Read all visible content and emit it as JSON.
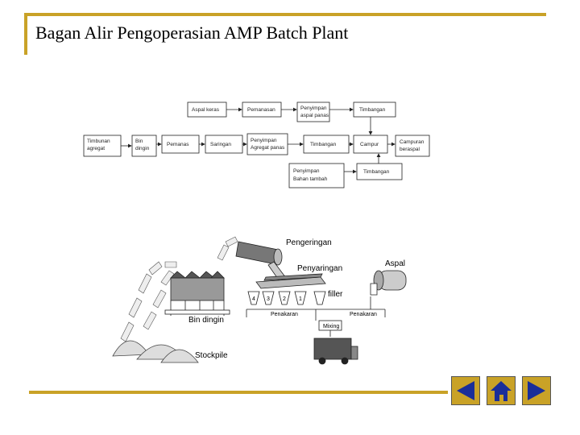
{
  "slide": {
    "title": "Bagan Alir Pengoperasian AMP Batch Plant",
    "colors": {
      "accent": "#C9A227",
      "nav_icon": "#1a2e99"
    }
  },
  "flowchart": {
    "boxes": {
      "agregat_keras": "Aspal keras",
      "pemanasan_aspal": "Pemanasan",
      "penyimpan_aspal_panas": [
        "Penyimpan",
        "aspal panas"
      ],
      "timbangan_aspal": "Timbangan",
      "timbunan_agregat": [
        "Timbunan",
        "agregat"
      ],
      "bin_dingin": [
        "Bin",
        "dingin"
      ],
      "pemanas": "Pemanas",
      "saringan": "Saringan",
      "penyimpan_agregat_panas": [
        "Penyimpan",
        "Agregat panas"
      ],
      "timbangan_agregat": "Timbangan",
      "campur": "Campur",
      "campuran_beraspal": [
        "Campuran",
        "beraspal"
      ],
      "penyimpan_bahan_tambah": [
        "Penyimpan",
        "Bahan tambah"
      ],
      "timbangan_bahan": "Timbangan"
    }
  },
  "plant": {
    "labels": {
      "pengeringan": "Pengeringan",
      "penyaringan": "Penyaringan",
      "aspal": "Aspal",
      "filler": "filler",
      "bin_dingin": "Bin dingin",
      "stockpile": "Stockpile",
      "penakaran_1": "Penakaran",
      "penakaran_2": "Penakaran",
      "mixing": "Mixing"
    },
    "hopper_numbers": [
      "4",
      "3",
      "2",
      "1"
    ]
  },
  "nav": {
    "prev": "previous-slide",
    "home": "home",
    "next": "next-slide"
  }
}
